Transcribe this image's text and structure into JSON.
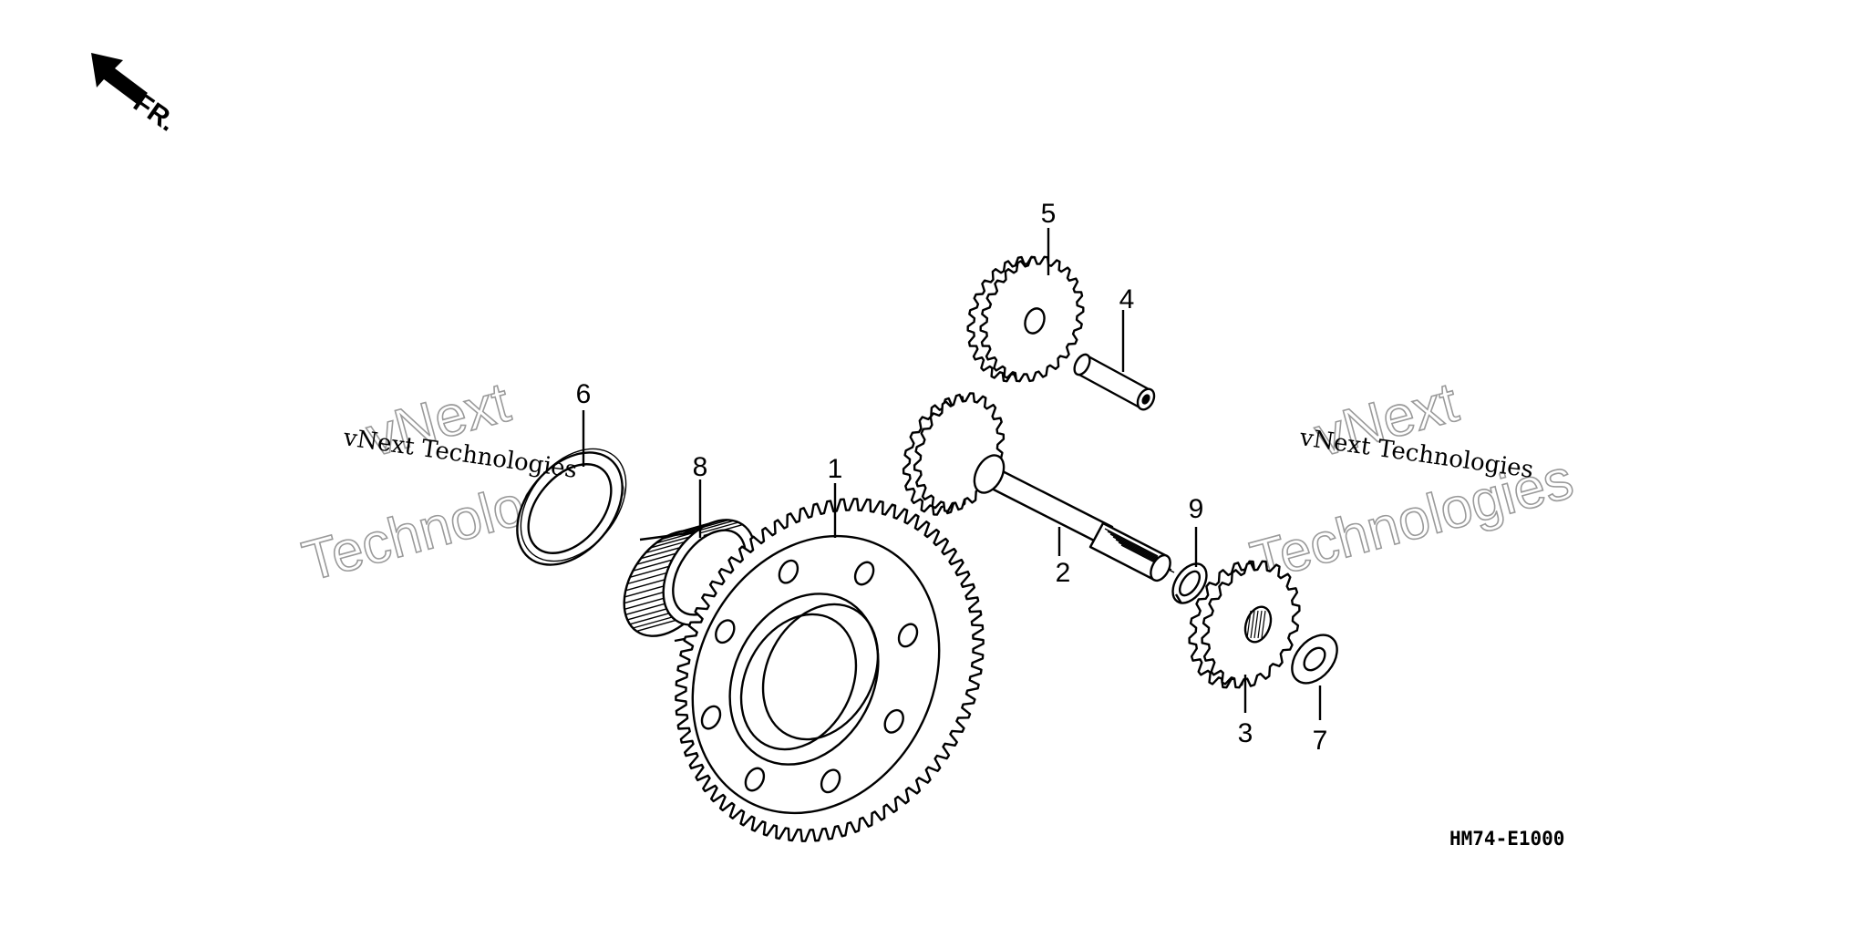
{
  "diagram": {
    "front_marker": "FR.",
    "drawing_code": "HM74-E1000",
    "watermarks": [
      {
        "line1": "vNext Technologies",
        "big_line1": "vNext",
        "big_line2": "Technologies"
      },
      {
        "line1": "vNext Technologies",
        "big_line1": "vNext",
        "big_line2": "Technologies"
      }
    ],
    "callouts": [
      "1",
      "2",
      "3",
      "4",
      "5",
      "6",
      "7",
      "8",
      "9"
    ]
  }
}
